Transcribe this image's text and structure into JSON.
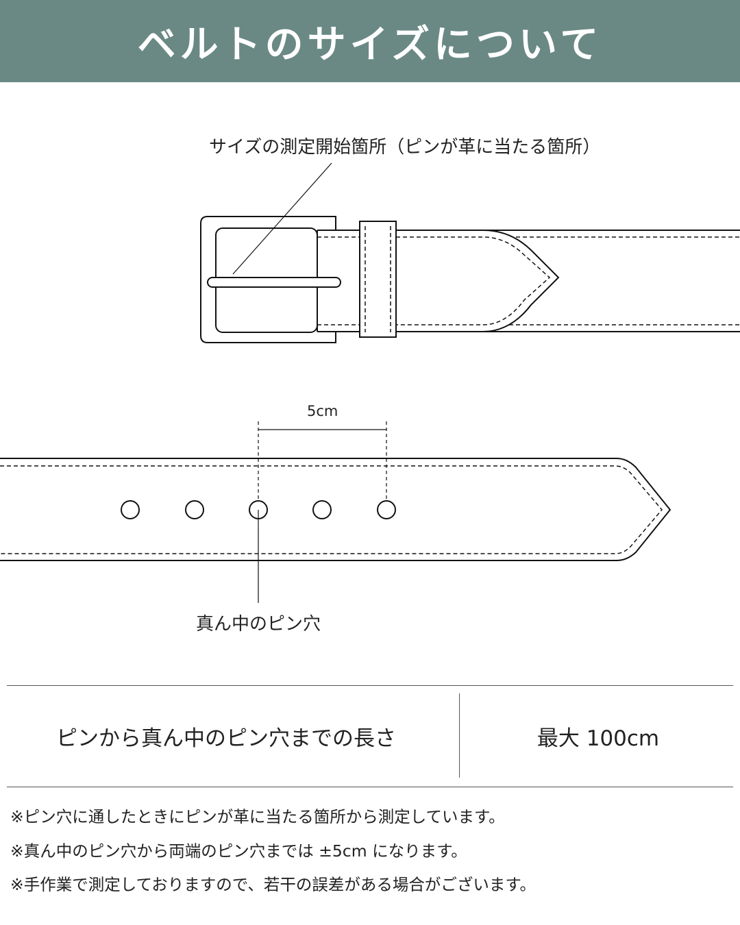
{
  "header": {
    "title": "ベルトのサイズについて",
    "color": "#6a8984"
  },
  "diagram_buckle": {
    "label": "サイズの測定開始箇所（ピンが革に当たる箇所）"
  },
  "diagram_holes": {
    "dimension_label": "5cm",
    "hole_count": 5,
    "center_label": "真ん中のピン穴"
  },
  "table": {
    "label": "ピンから真ん中のピン穴までの長さ",
    "value": "最大 100cm"
  },
  "notes": [
    "※ピン穴に通したときにピンが革に当たる箇所から測定しています。",
    "※真ん中のピン穴から両端のピン穴までは ±5cm になります。",
    "※手作業で測定しておりますので、若干の誤差がある場合がございます。"
  ]
}
